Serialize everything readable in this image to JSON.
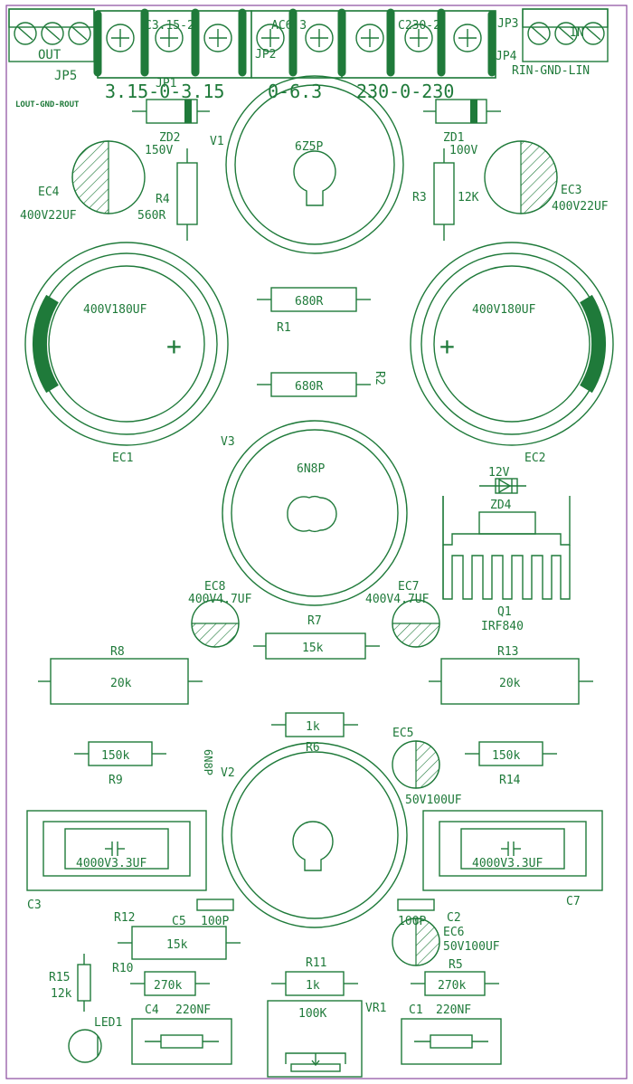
{
  "board": {
    "outline_color": "#8a4a9e",
    "silkscreen_color": "#1f7a3a",
    "background": "#ffffff"
  },
  "connectors": {
    "jp5": {
      "ref": "JP5",
      "pin_label": "OUT",
      "desc": "LOUT-GND-ROUT"
    },
    "jp1": {
      "ref": "JP1",
      "top_label": "C3.15-2",
      "voltage": "3.15-0-3.15"
    },
    "jp2": {
      "ref": "JP2",
      "top_label": "AC6.3",
      "voltage": "0-6.3"
    },
    "jp_230": {
      "top_label": "C230-2",
      "voltage": "230-0-230"
    },
    "jp3": {
      "ref": "JP3",
      "pin_label": "IN"
    },
    "jp4": {
      "ref": "JP4",
      "desc": "RIN-GND-LIN"
    }
  },
  "zeners": {
    "zd2": {
      "ref": "ZD2",
      "value": "150V"
    },
    "zd1": {
      "ref": "ZD1",
      "value": "100V"
    },
    "zd4": {
      "ref": "ZD4",
      "value": "12V"
    }
  },
  "tubes": {
    "v1": {
      "ref": "V1",
      "type": "6Z5P"
    },
    "v3": {
      "ref": "V3",
      "type": "6N8P"
    },
    "v2": {
      "ref": "V2",
      "type": "6N8P"
    }
  },
  "resistors": {
    "r4": {
      "ref": "R4",
      "value": "560R"
    },
    "r3": {
      "ref": "R3",
      "value": "12K"
    },
    "r1": {
      "ref": "R1",
      "value": "680R"
    },
    "r2": {
      "ref": "R2",
      "value": "680R"
    },
    "r7": {
      "ref": "R7",
      "value": "15k"
    },
    "r8": {
      "ref": "R8",
      "value": "20k"
    },
    "r13": {
      "ref": "R13",
      "value": "20k"
    },
    "r6": {
      "ref": "R6",
      "value": "1k"
    },
    "r9": {
      "ref": "R9",
      "value": "150k"
    },
    "r14": {
      "ref": "R14",
      "value": "150k"
    },
    "r12": {
      "ref": "R12",
      "value": "15k"
    },
    "r10": {
      "ref": "R10",
      "value": "270k"
    },
    "r11": {
      "ref": "R11",
      "value": "1k"
    },
    "r5": {
      "ref": "R5",
      "value": "270k"
    },
    "r15": {
      "ref": "R15",
      "value": "12k"
    }
  },
  "electrolytics": {
    "ec4": {
      "ref": "EC4",
      "value": "400V22UF"
    },
    "ec3": {
      "ref": "EC3",
      "value": "400V22UF"
    },
    "ec1": {
      "ref": "EC1",
      "value": "400V180UF",
      "polarity": "+"
    },
    "ec2": {
      "ref": "EC2",
      "value": "400V180UF",
      "polarity": "+"
    },
    "ec8": {
      "ref": "EC8",
      "value": "400V4.7UF"
    },
    "ec7": {
      "ref": "EC7",
      "value": "400V4.7UF"
    },
    "ec5": {
      "ref": "EC5",
      "value": "50V100UF"
    },
    "ec6": {
      "ref": "EC6",
      "value": "50V100UF"
    }
  },
  "film_caps": {
    "c3": {
      "ref": "C3",
      "value": "4000V3.3UF"
    },
    "c7": {
      "ref": "C7",
      "value": "4000V3.3UF"
    },
    "c5": {
      "ref": "C5",
      "value": "100P"
    },
    "c2": {
      "ref": "C2",
      "value": "100P"
    },
    "c4": {
      "ref": "C4",
      "value": "220NF"
    },
    "c1": {
      "ref": "C1",
      "value": "220NF"
    }
  },
  "mosfet": {
    "ref": "Q1",
    "value": "IRF840"
  },
  "pot": {
    "ref": "VR1",
    "value": "100K"
  },
  "led": {
    "ref": "LED1"
  },
  "icons": [
    "screw-terminal-icon",
    "diode-icon",
    "capacitor-icon",
    "potentiometer-arrow-icon"
  ]
}
